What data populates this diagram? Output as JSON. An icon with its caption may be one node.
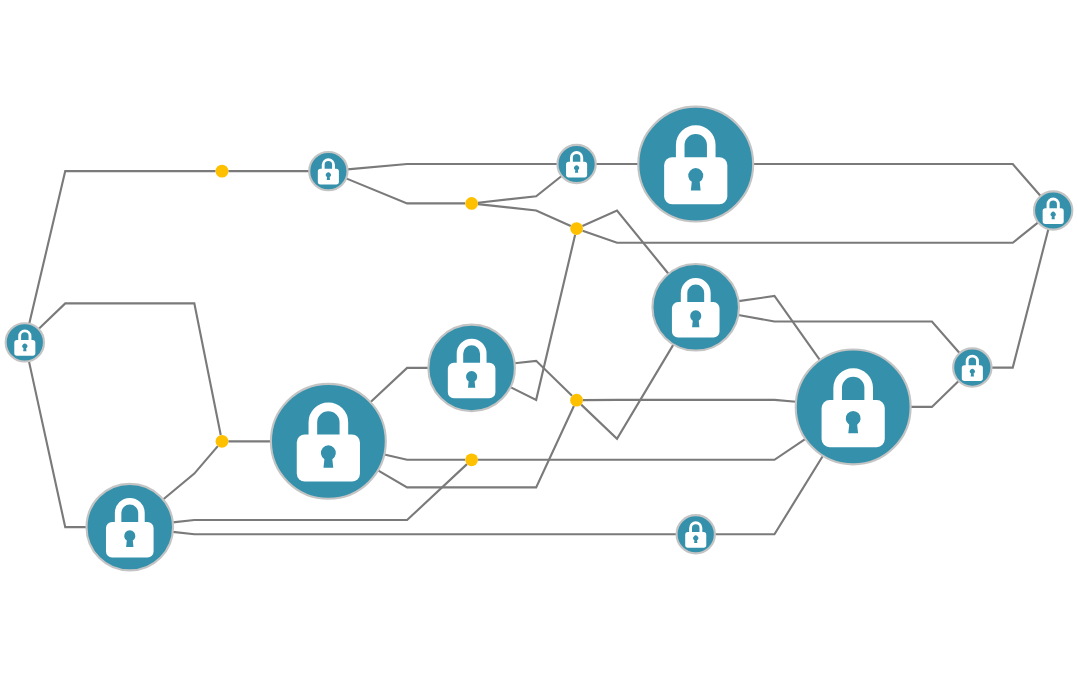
{
  "diagram": {
    "nodes": [
      {
        "text": [],
        "shape": "lock"
      },
      {
        "text": [],
        "shape": "circle"
      },
      {
        "text": [],
        "shape": "lock"
      },
      {
        "text": [],
        "shape": "circle"
      },
      {
        "text": [],
        "shape": "lock"
      },
      {
        "text": [],
        "shape": "lock"
      },
      {
        "text": [],
        "shape": "circle"
      },
      {
        "text": [],
        "shape": "lock"
      },
      {
        "text": [],
        "shape": "lock"
      },
      {
        "text": [],
        "shape": "circle"
      },
      {
        "text": [],
        "shape": "circle"
      },
      {
        "text": [],
        "shape": "circle"
      },
      {
        "text": [],
        "shape": "lock"
      },
      {
        "text": [],
        "shape": "lock"
      },
      {
        "text": [],
        "shape": "lock"
      },
      {
        "text": [],
        "shape": "lock"
      },
      {
        "text": [],
        "shape": "lock"
      },
      {
        "text": [],
        "shape": "lock"
      }
    ],
    "edges": [
      {
        "from": 0,
        "to": 1,
        "arrow": "none"
      },
      {
        "from": 1,
        "to": 2,
        "arrow": "none"
      },
      {
        "from": 0,
        "to": 3,
        "arrow": "none"
      },
      {
        "from": 0,
        "to": 8,
        "arrow": "none"
      },
      {
        "from": 2,
        "to": 7,
        "arrow": "none"
      },
      {
        "from": 2,
        "to": 6,
        "arrow": "none"
      },
      {
        "from": 6,
        "to": 7,
        "arrow": "none"
      },
      {
        "from": 7,
        "to": 12,
        "arrow": "none"
      },
      {
        "from": 8,
        "to": 3,
        "arrow": "none"
      },
      {
        "from": 3,
        "to": 4,
        "arrow": "none"
      },
      {
        "from": 4,
        "to": 5,
        "arrow": "none"
      },
      {
        "from": 4,
        "to": 9,
        "arrow": "none"
      },
      {
        "from": 4,
        "to": 10,
        "arrow": "none"
      },
      {
        "from": 5,
        "to": 10,
        "arrow": "none"
      },
      {
        "from": 5,
        "to": 11,
        "arrow": "none"
      },
      {
        "from": 6,
        "to": 11,
        "arrow": "none"
      },
      {
        "from": 11,
        "to": 13,
        "arrow": "none"
      },
      {
        "from": 11,
        "to": 17,
        "arrow": "none"
      },
      {
        "from": 8,
        "to": 9,
        "arrow": "none"
      },
      {
        "from": 8,
        "to": 14,
        "arrow": "none"
      },
      {
        "from": 9,
        "to": 15,
        "arrow": "none"
      },
      {
        "from": 14,
        "to": 15,
        "arrow": "none"
      },
      {
        "from": 10,
        "to": 15,
        "arrow": "none"
      },
      {
        "from": 10,
        "to": 13,
        "arrow": "none"
      },
      {
        "from": 13,
        "to": 15,
        "arrow": "none"
      },
      {
        "from": 13,
        "to": 16,
        "arrow": "none"
      },
      {
        "from": 15,
        "to": 16,
        "arrow": "none"
      },
      {
        "from": 16,
        "to": 17,
        "arrow": "none"
      },
      {
        "from": 12,
        "to": 17,
        "arrow": "none"
      }
    ]
  }
}
